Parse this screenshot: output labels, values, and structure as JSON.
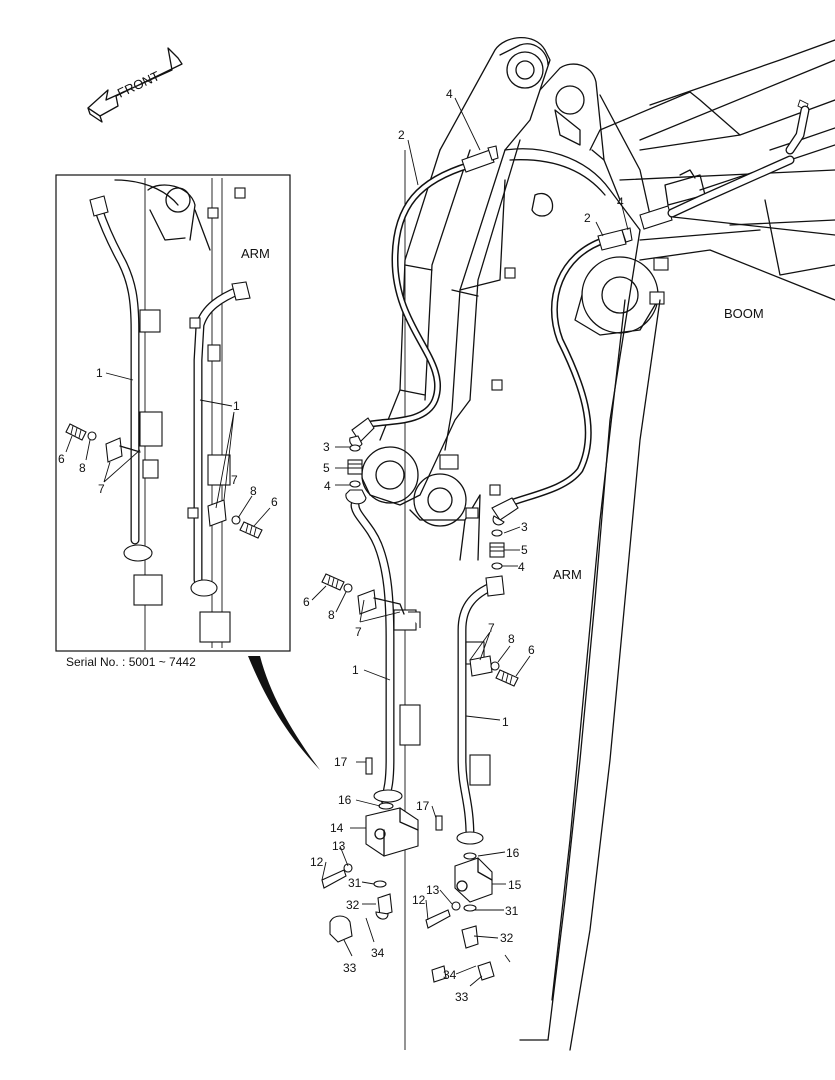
{
  "direction_arrow": {
    "label": "FRONT"
  },
  "region_labels": {
    "boom": "BOOM",
    "arm_main": "ARM",
    "arm_inset": "ARM"
  },
  "inset": {
    "caption": "Serial No. : 5001 ~ 7442"
  },
  "callouts": {
    "main": [
      {
        "id": "c-4a",
        "text": "4"
      },
      {
        "id": "c-2a",
        "text": "2"
      },
      {
        "id": "c-2b",
        "text": "2"
      },
      {
        "id": "c-4b",
        "text": "4"
      },
      {
        "id": "c-3a",
        "text": "3"
      },
      {
        "id": "c-5a",
        "text": "5"
      },
      {
        "id": "c-4c",
        "text": "4"
      },
      {
        "id": "c-3b",
        "text": "3"
      },
      {
        "id": "c-5b",
        "text": "5"
      },
      {
        "id": "c-4d",
        "text": "4"
      },
      {
        "id": "c-6a",
        "text": "6"
      },
      {
        "id": "c-8a",
        "text": "8"
      },
      {
        "id": "c-7a",
        "text": "7"
      },
      {
        "id": "c-7b",
        "text": "7"
      },
      {
        "id": "c-8b",
        "text": "8"
      },
      {
        "id": "c-6b",
        "text": "6"
      },
      {
        "id": "c-1a",
        "text": "1"
      },
      {
        "id": "c-1b",
        "text": "1"
      },
      {
        "id": "c-17a",
        "text": "17"
      },
      {
        "id": "c-16a",
        "text": "16"
      },
      {
        "id": "c-14",
        "text": "14"
      },
      {
        "id": "c-13a",
        "text": "13"
      },
      {
        "id": "c-12a",
        "text": "12"
      },
      {
        "id": "c-31a",
        "text": "31"
      },
      {
        "id": "c-32a",
        "text": "32"
      },
      {
        "id": "c-33a",
        "text": "33"
      },
      {
        "id": "c-34a",
        "text": "34"
      },
      {
        "id": "c-17b",
        "text": "17"
      },
      {
        "id": "c-16b",
        "text": "16"
      },
      {
        "id": "c-15",
        "text": "15"
      },
      {
        "id": "c-13b",
        "text": "13"
      },
      {
        "id": "c-12b",
        "text": "12"
      },
      {
        "id": "c-31b",
        "text": "31"
      },
      {
        "id": "c-32b",
        "text": "32"
      },
      {
        "id": "c-34b",
        "text": "34"
      },
      {
        "id": "c-33b",
        "text": "33"
      }
    ],
    "inset": [
      {
        "id": "i-1a",
        "text": "1"
      },
      {
        "id": "i-1b",
        "text": "1"
      },
      {
        "id": "i-6a",
        "text": "6"
      },
      {
        "id": "i-8a",
        "text": "8"
      },
      {
        "id": "i-7a",
        "text": "7"
      },
      {
        "id": "i-7b",
        "text": "7"
      },
      {
        "id": "i-8b",
        "text": "8"
      },
      {
        "id": "i-6b",
        "text": "6"
      }
    ]
  }
}
